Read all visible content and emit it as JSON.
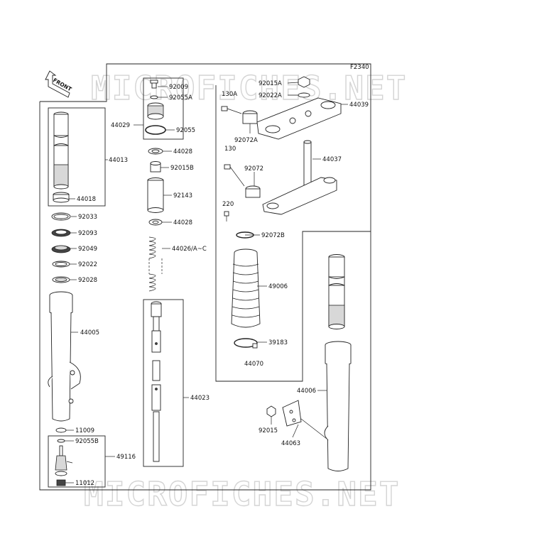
{
  "diagram": {
    "code": "F2340",
    "front_label": "FRONT",
    "watermark": "MICROFICHES.NET",
    "callouts": {
      "p92009": "92009",
      "p92055A": "92055A",
      "p44029": "44029",
      "p92055": "92055",
      "p44028a": "44028",
      "p92015B": "92015B",
      "p92143": "92143",
      "p44028b": "44028",
      "p44026": "44026/A~C",
      "p44023": "44023",
      "p44013": "44013",
      "p44018": "44018",
      "p92033": "92033",
      "p92093": "92093",
      "p92049": "92049",
      "p92022": "92022",
      "p92028": "92028",
      "p44005": "44005",
      "p11009": "11009",
      "p92055B": "92055B",
      "p49116": "49116",
      "p11012": "11012",
      "p92015A": "92015A",
      "p92022A": "92022A",
      "p130A": "130A",
      "p44039": "44039",
      "p92072A": "92072A",
      "p130": "130",
      "p44037": "44037",
      "p92072": "92072",
      "p220": "220",
      "p92072B": "92072B",
      "p49006": "49006",
      "p39183": "39183",
      "p44070": "44070",
      "p44006": "44006",
      "p92015": "92015",
      "p44063": "44063"
    }
  }
}
